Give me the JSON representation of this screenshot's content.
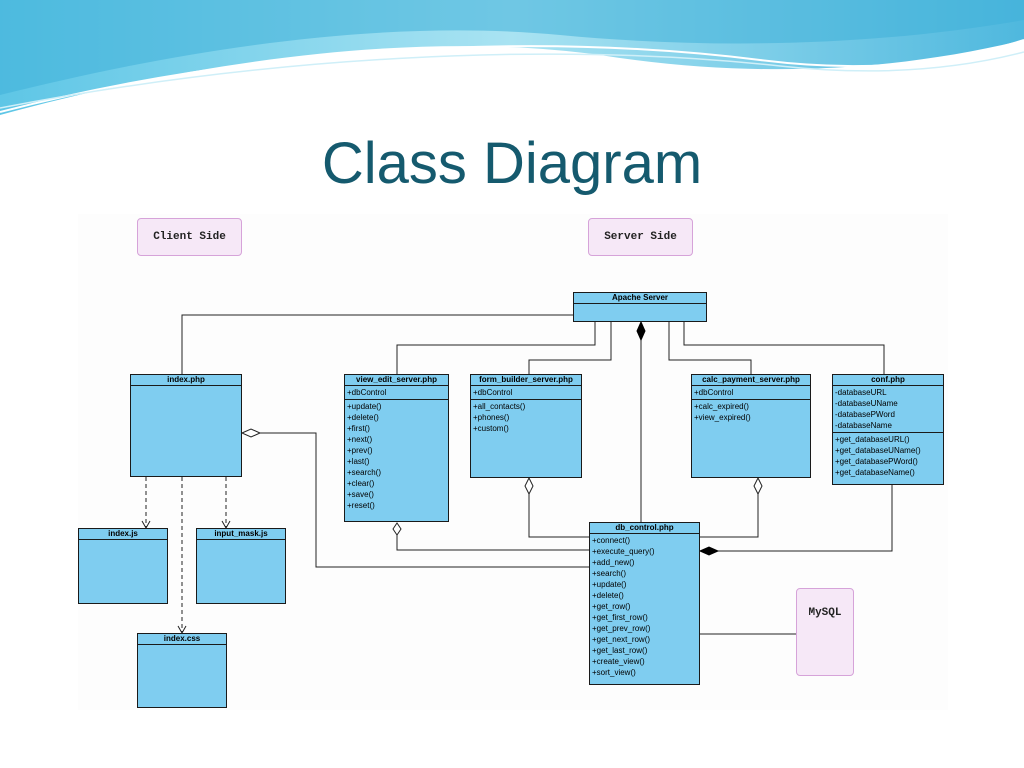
{
  "title": "Class Diagram",
  "notes": {
    "client": "Client Side",
    "server": "Server Side",
    "mysql": "MySQL"
  },
  "classes": {
    "apache": {
      "name": "Apache Server"
    },
    "index_php": {
      "name": "index.php"
    },
    "view_edit": {
      "name": "view_edit_server.php",
      "attributes": [
        "+dbControl"
      ],
      "operations": [
        "+update()",
        "+delete()",
        "+first()",
        "+next()",
        "+prev()",
        "+last()",
        "+search()",
        "+clear()",
        "+save()",
        "+reset()"
      ]
    },
    "form_builder": {
      "name": "form_builder_server.php",
      "attributes": [
        "+dbControl"
      ],
      "operations": [
        "+all_contacts()",
        "+phones()",
        "+custom()"
      ]
    },
    "calc_payment": {
      "name": "calc_payment_server.php",
      "attributes": [
        "+dbControl"
      ],
      "operations": [
        "+calc_expired()",
        "+view_expired()"
      ]
    },
    "conf": {
      "name": "conf.php",
      "attributes": [
        "-databaseURL",
        "-databaseUName",
        "-databasePWord",
        "-databaseName"
      ],
      "operations": [
        "+get_databaseURL()",
        "+get_databaseUName()",
        "+get_databasePWord()",
        "+get_databaseName()"
      ]
    },
    "index_js": {
      "name": "index.js"
    },
    "input_mask": {
      "name": "input_mask.js"
    },
    "index_css": {
      "name": "index.css"
    },
    "db_control": {
      "name": "db_control.php",
      "operations": [
        "+connect()",
        "+execute_query()",
        "+add_new()",
        "+search()",
        "+update()",
        "+delete()",
        "+get_row()",
        "+get_first_row()",
        "+get_prev_row()",
        "+get_next_row()",
        "+get_last_row()",
        "+create_view()",
        "+sort_view()"
      ]
    }
  },
  "colors": {
    "title": "#155a6e",
    "class_fill": "#7fcdf0",
    "note_fill": "#f6e8f7",
    "note_border": "#d6a3d9"
  }
}
